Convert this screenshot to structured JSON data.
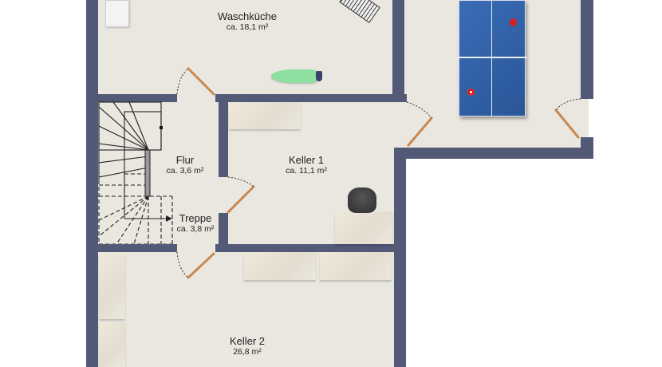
{
  "floorplan": {
    "rooms": [
      {
        "id": "waschkueche",
        "name": "Waschküche",
        "area": "ca. 18,1 m²"
      },
      {
        "id": "flur",
        "name": "Flur",
        "area": "ca. 3,6 m²"
      },
      {
        "id": "keller1",
        "name": "Keller 1",
        "area": "ca. 11,1 m²"
      },
      {
        "id": "treppe",
        "name": "Treppe",
        "area": "ca. 3,8 m²"
      },
      {
        "id": "keller2",
        "name": "Keller 2",
        "area": "26,8 m²"
      },
      {
        "id": "hobby",
        "name": "",
        "area": ""
      }
    ],
    "colors": {
      "wall": "#525a78",
      "floor": "#e9e7df",
      "door": "#c9884f",
      "table": "#2f5fa6",
      "ironing_board": "#8ee0a0"
    }
  }
}
